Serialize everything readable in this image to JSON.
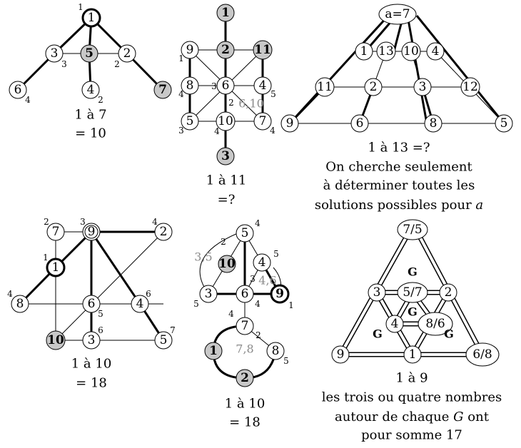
{
  "captions": {
    "p1": [
      "1 à 7",
      "= 10"
    ],
    "p2": [
      "1 à 11",
      "=?"
    ],
    "p3": [
      "1 à 13     =?",
      "On cherche seulement",
      "à déterminer toutes les",
      "solutions possibles pour "
    ],
    "p3_var": "a",
    "p4": [
      "1 à 10",
      "= 18"
    ],
    "p5": [
      "1 à 10",
      "= 18"
    ],
    "p6": [
      "1 à 9",
      "les trois ou quatre nombres",
      "autour de chaque ",
      " ont",
      "pour somme 17"
    ],
    "p6_var": "G"
  },
  "grey_labels": {
    "p2": "6,10",
    "p5a": "3,5",
    "p5b": "4,6",
    "p5c": "7,8"
  },
  "ellipse_labels": {
    "p3_top": "a=7",
    "p6_top": "7/5",
    "p6_center": "5/7",
    "p6_inner": "8/6",
    "p6_right": "6/8"
  },
  "G_label": "G",
  "puzzles": [
    {
      "id": "p1",
      "nodes": [
        {
          "label": "1",
          "fill": "white",
          "thick": true
        },
        {
          "label": "3",
          "fill": "white"
        },
        {
          "label": "5",
          "fill": "grey",
          "bold": true
        },
        {
          "label": "2",
          "fill": "white"
        },
        {
          "label": "6",
          "fill": "white"
        },
        {
          "label": "4",
          "fill": "white"
        },
        {
          "label": "7",
          "fill": "grey",
          "bold": true
        }
      ],
      "small": [
        "1",
        "3",
        "2",
        "4",
        "2"
      ]
    },
    {
      "id": "p2",
      "nodes": [
        {
          "label": "1",
          "fill": "grey",
          "bold": true
        },
        {
          "label": "9",
          "fill": "white"
        },
        {
          "label": "2",
          "fill": "grey",
          "bold": true
        },
        {
          "label": "11",
          "fill": "grey",
          "bold": true
        },
        {
          "label": "8",
          "fill": "white"
        },
        {
          "label": "6",
          "fill": "white"
        },
        {
          "label": "4",
          "fill": "white"
        },
        {
          "label": "5",
          "fill": "white"
        },
        {
          "label": "10",
          "fill": "white"
        },
        {
          "label": "7",
          "fill": "white"
        },
        {
          "label": "3",
          "fill": "grey",
          "bold": true
        }
      ],
      "small": [
        "1",
        "4",
        "3",
        "2",
        "5",
        "3",
        "4",
        "4"
      ]
    },
    {
      "id": "p3",
      "nodes": [
        {
          "label": "1"
        },
        {
          "label": "13"
        },
        {
          "label": "10"
        },
        {
          "label": "4"
        },
        {
          "label": "11"
        },
        {
          "label": "2"
        },
        {
          "label": "3"
        },
        {
          "label": "12"
        },
        {
          "label": "9"
        },
        {
          "label": "6"
        },
        {
          "label": "8"
        },
        {
          "label": "5"
        }
      ]
    },
    {
      "id": "p4",
      "nodes": [
        {
          "label": "7"
        },
        {
          "label": "9",
          "double": true
        },
        {
          "label": "2"
        },
        {
          "label": "1",
          "thick": true
        },
        {
          "label": "8"
        },
        {
          "label": "6"
        },
        {
          "label": "4"
        },
        {
          "label": "10",
          "fill": "grey",
          "bold": true
        },
        {
          "label": "3"
        },
        {
          "label": "5"
        }
      ],
      "small": [
        "2",
        "3",
        "4",
        "1",
        "4",
        "6",
        "5",
        "6",
        "7"
      ]
    },
    {
      "id": "p5",
      "nodes": [
        {
          "label": "5"
        },
        {
          "label": "10",
          "fill": "grey",
          "bold": true
        },
        {
          "label": "4"
        },
        {
          "label": "3"
        },
        {
          "label": "6"
        },
        {
          "label": "9",
          "thick": true,
          "bold": true
        },
        {
          "label": "7"
        },
        {
          "label": "1",
          "fill": "grey",
          "bold": true
        },
        {
          "label": "8"
        },
        {
          "label": "2",
          "fill": "grey",
          "bold": true
        }
      ],
      "small": [
        "4",
        "2",
        "5",
        "3",
        "5",
        "4",
        "1",
        "4",
        "2",
        "5"
      ]
    },
    {
      "id": "p6",
      "nodes": [
        {
          "label": "3"
        },
        {
          "label": "2"
        },
        {
          "label": "4"
        },
        {
          "label": "9"
        },
        {
          "label": "1"
        }
      ]
    }
  ]
}
